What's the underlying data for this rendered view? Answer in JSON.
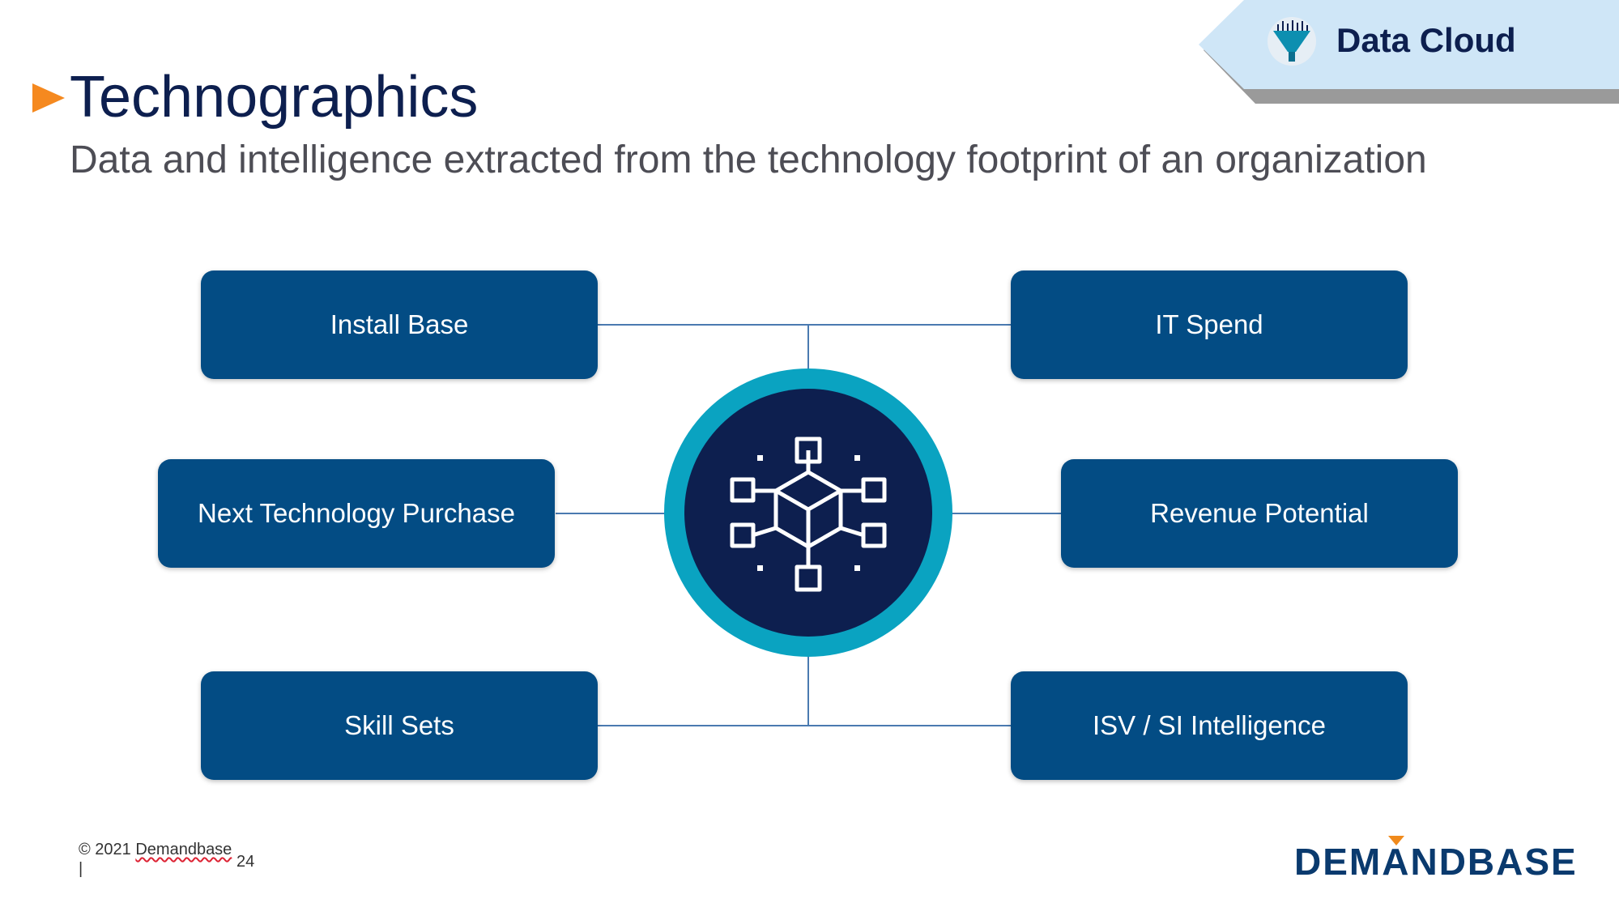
{
  "badge": {
    "label": "Data Cloud",
    "icon": "funnel-icon"
  },
  "title": "Technographics",
  "subtitle": "Data and intelligence extracted from the technology footprint of an organization",
  "hub": {
    "icon": "network-cube-icon"
  },
  "nodes": {
    "install_base": "Install Base",
    "it_spend": "IT Spend",
    "next_technology_purchase": "Next Technology Purchase",
    "revenue_potential": "Revenue Potential",
    "skill_sets": "Skill Sets",
    "isv_si_intelligence": "ISV / SI Intelligence"
  },
  "footer": {
    "copyright_prefix": "© 2021 ",
    "brand": "Demandbase",
    "page": "24",
    "bar": "|"
  },
  "logo": {
    "part1": "DEM",
    "part2": "A",
    "part3": "NDBASE"
  },
  "colors": {
    "box": "#034c84",
    "title": "#0d1f4f",
    "ring": "#0aa3c1",
    "hub_fill": "#0d1f4f",
    "accent": "#f08a1c"
  }
}
